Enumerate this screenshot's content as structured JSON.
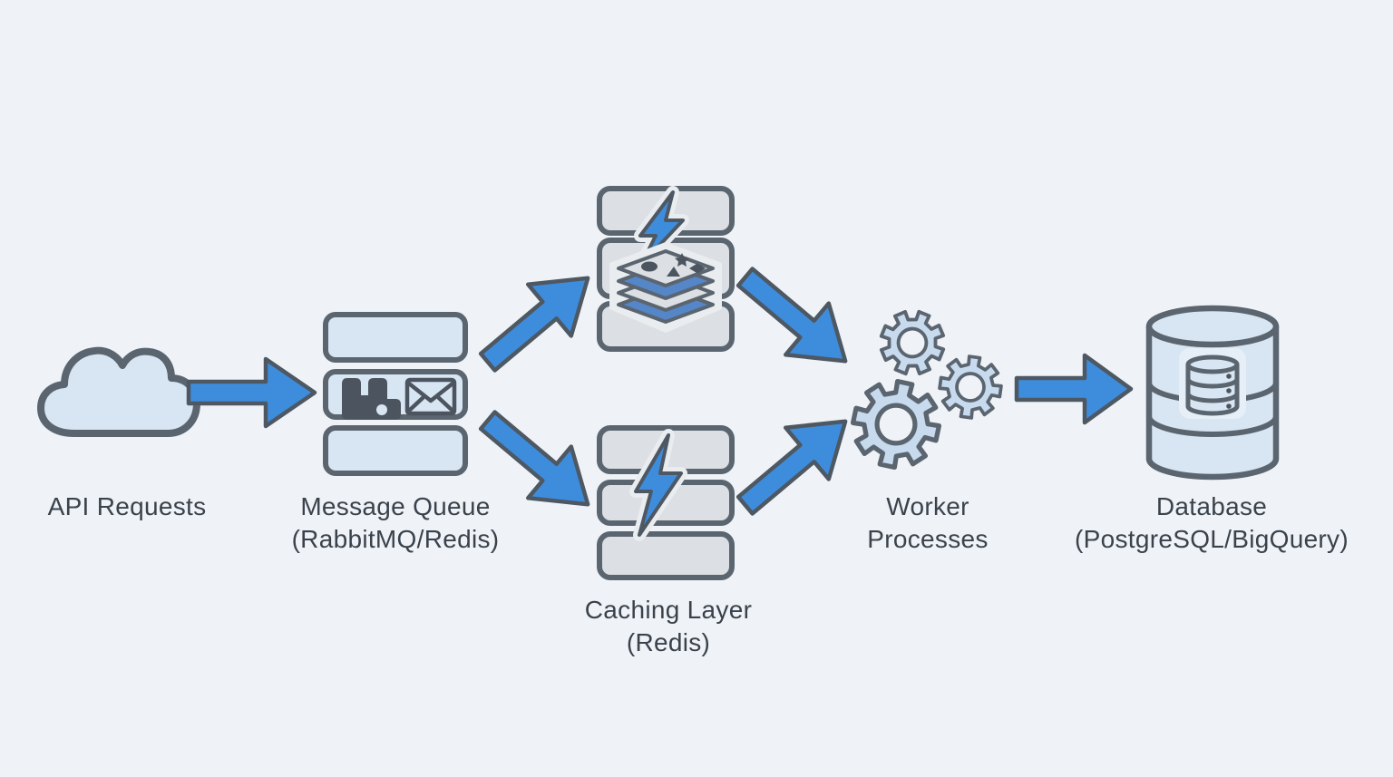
{
  "diagram": {
    "type": "architecture-flow-diagram",
    "nodes": {
      "api": {
        "label1": "API Requests",
        "label2": "",
        "icon": "cloud-icon"
      },
      "queue": {
        "label1": "Message Queue",
        "label2": "(RabbitMQ/Redis)",
        "icon": "message-queue-stack-icon"
      },
      "fastpath": {
        "label1": "",
        "label2": "",
        "icon": "redis-lightning-stack-icon"
      },
      "cache": {
        "label1": "Caching Layer",
        "label2": "(Redis)",
        "icon": "lightning-cache-stack-icon"
      },
      "workers": {
        "label1": "Worker",
        "label2": "Processes",
        "icon": "gears-icon"
      },
      "db": {
        "label1": "Database",
        "label2": "(PostgreSQL/BigQuery)",
        "icon": "database-cylinder-icon"
      }
    },
    "edges": [
      {
        "from": "api",
        "to": "queue"
      },
      {
        "from": "queue",
        "to": "fastpath"
      },
      {
        "from": "queue",
        "to": "cache"
      },
      {
        "from": "fastpath",
        "to": "workers"
      },
      {
        "from": "cache",
        "to": "workers"
      },
      {
        "from": "workers",
        "to": "db"
      }
    ]
  },
  "colors": {
    "bg": "#eff3f7",
    "node-blue": "#d8e5f2",
    "node-gray": "#dcdfe4",
    "border": "#5b6570",
    "icon-dark": "#4c555f",
    "arrow": "#3e8ddd",
    "arrow-stroke": "#4e5863",
    "redis-blue": "#5486c8",
    "gear": "#c7daee",
    "halo": "#e9edf0",
    "halo-blue": "#e6eef7",
    "text": "#3a424c"
  }
}
